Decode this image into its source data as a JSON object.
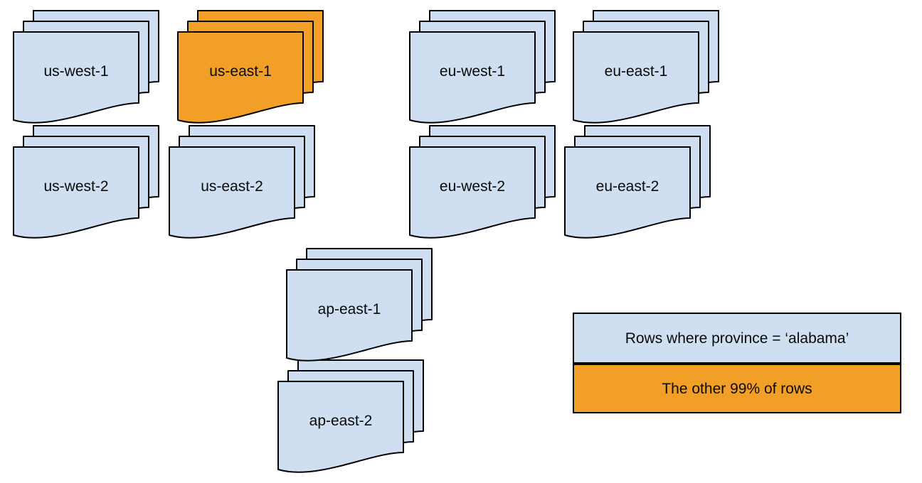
{
  "colors": {
    "background": "#ffffff",
    "stroke": "#000000",
    "text": "#0a0a0a",
    "region_fill": "#cfdff1",
    "highlight_fill": "#f19f27"
  },
  "regions": [
    {
      "id": "us-west-1",
      "label": "us-west-1",
      "highlighted": false
    },
    {
      "id": "us-east-1",
      "label": "us-east-1",
      "highlighted": true
    },
    {
      "id": "eu-west-1",
      "label": "eu-west-1",
      "highlighted": false
    },
    {
      "id": "eu-east-1",
      "label": "eu-east-1",
      "highlighted": false
    },
    {
      "id": "us-west-2",
      "label": "us-west-2",
      "highlighted": false
    },
    {
      "id": "us-east-2",
      "label": "us-east-2",
      "highlighted": false
    },
    {
      "id": "eu-west-2",
      "label": "eu-west-2",
      "highlighted": false
    },
    {
      "id": "eu-east-2",
      "label": "eu-east-2",
      "highlighted": false
    },
    {
      "id": "ap-east-1",
      "label": "ap-east-1",
      "highlighted": false
    },
    {
      "id": "ap-east-2",
      "label": "ap-east-2",
      "highlighted": false
    }
  ],
  "legend": {
    "items": [
      {
        "label": "Rows where province = ‘alabama’",
        "color_key": "region_fill"
      },
      {
        "label": "The other 99% of rows",
        "color_key": "highlight_fill"
      }
    ]
  }
}
